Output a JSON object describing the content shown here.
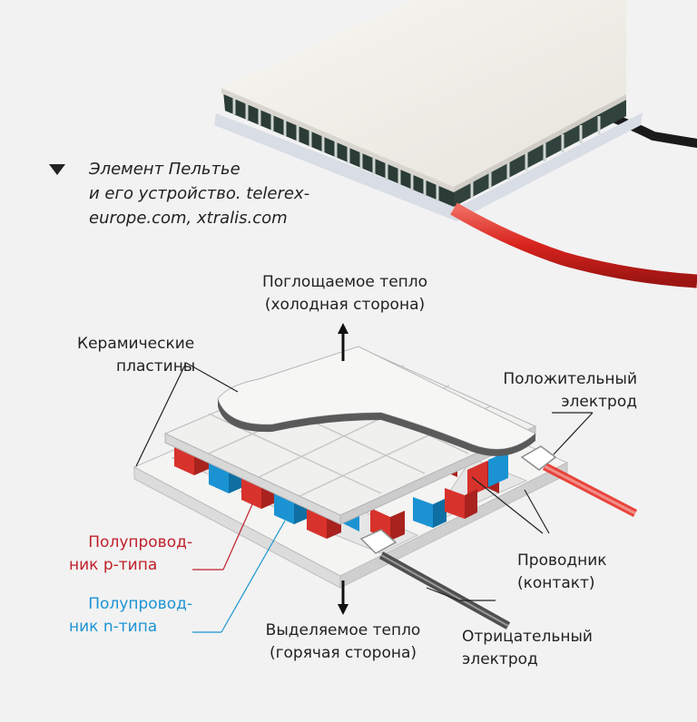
{
  "caption": {
    "line1": "Элемент Пельтье",
    "line2": "и его устройство. telerex-",
    "line3": "europe.com, xtralis.com"
  },
  "labels": {
    "absorbed_line1": "Поглощаемое тепло",
    "absorbed_line2": "(холодная сторона)",
    "ceramic_line1": "Керамические",
    "ceramic_line2": "пластины",
    "positive_line1": "Положительный",
    "positive_line2": "электрод",
    "conductor_line1": "Проводник",
    "conductor_line2": "(контакт)",
    "p_type_line1": "Полупровод-",
    "p_type_line2": "ник p-типа",
    "n_type_line1": "Полупровод-",
    "n_type_line2": "ник n-типа",
    "released_line1": "Выделяемое тепло",
    "released_line2": "(горячая сторона)",
    "negative_line1": "Отрицательный",
    "negative_line2": "электрод"
  },
  "colors": {
    "p_type": "#d8322c",
    "n_type": "#1b93d3",
    "ceramic": "#f4f4f2",
    "wire_positive": "#e8332a",
    "wire_negative": "#555555"
  }
}
